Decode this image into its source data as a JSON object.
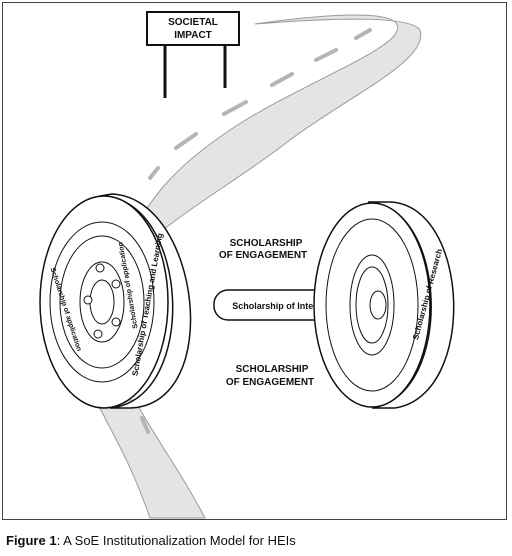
{
  "sign": {
    "line1": "SOCIETAL",
    "line2": "IMPACT"
  },
  "labels": {
    "engagement_top_line1": "SCHOLARSHIP",
    "engagement_top_line2": "OF ENGAGEMENT",
    "engagement_bottom_line1": "SCHOLARSHIP",
    "engagement_bottom_line2": "OF ENGAGEMENT",
    "axle": "Scholarship of Integration",
    "front_tire": "Scholarship of Teaching and Learning",
    "rim_application": "Scholarship of application",
    "back_tire": "Scholarship of Research"
  },
  "caption": {
    "label": "Figure 1",
    "text": ": A SoE Institutionalization Model for HEIs"
  },
  "colors": {
    "road": "#e4e4e4",
    "road_edge": "#9a9a9a",
    "dash": "#b5b5b5",
    "ink": "#111111"
  }
}
